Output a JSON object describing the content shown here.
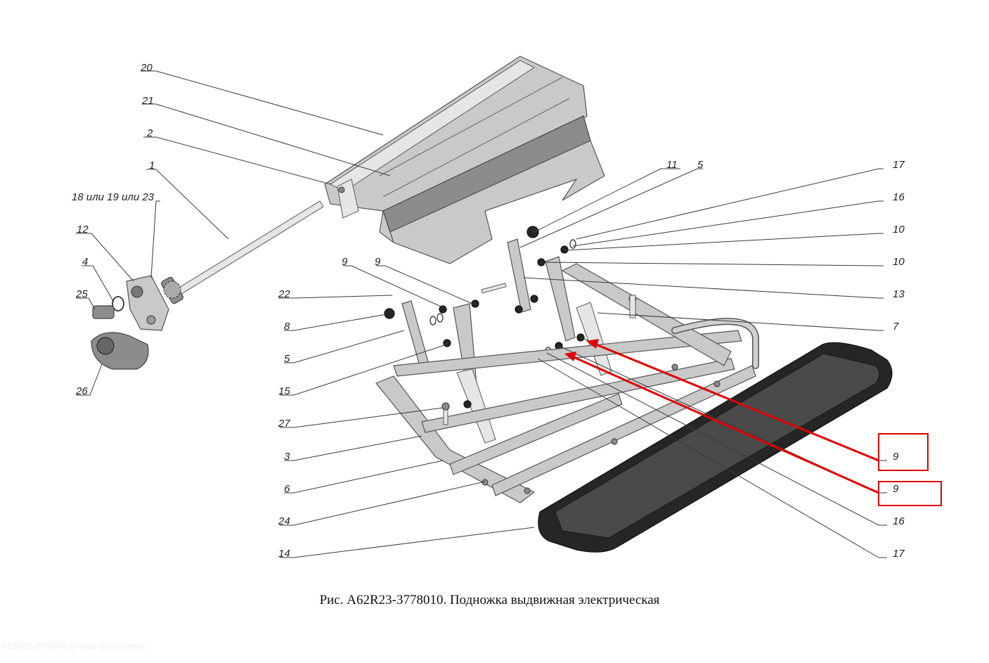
{
  "caption": "Рис. А62R23-3778010. Подножка выдвижная электрическая",
  "watermark": "A62R23-3778048 Втулка фото схема",
  "callouts": [
    {
      "id": "c20",
      "text": "20"
    },
    {
      "id": "c21",
      "text": "21"
    },
    {
      "id": "c2",
      "text": "2"
    },
    {
      "id": "c1",
      "text": "1"
    },
    {
      "id": "c18",
      "text": "18 или 19 или 23"
    },
    {
      "id": "c12",
      "text": "12"
    },
    {
      "id": "c4",
      "text": "4"
    },
    {
      "id": "c25",
      "text": "25"
    },
    {
      "id": "c26",
      "text": "26"
    },
    {
      "id": "c11",
      "text": "11"
    },
    {
      "id": "c5a",
      "text": "5"
    },
    {
      "id": "c17a",
      "text": "17"
    },
    {
      "id": "c16a",
      "text": "16"
    },
    {
      "id": "c10a",
      "text": "10"
    },
    {
      "id": "c10b",
      "text": "10"
    },
    {
      "id": "c13",
      "text": "13"
    },
    {
      "id": "c7",
      "text": "7"
    },
    {
      "id": "c9a",
      "text": "9"
    },
    {
      "id": "c9b",
      "text": "9"
    },
    {
      "id": "c22",
      "text": "22"
    },
    {
      "id": "c8",
      "text": "8"
    },
    {
      "id": "c5b",
      "text": "5"
    },
    {
      "id": "c15",
      "text": "15"
    },
    {
      "id": "c27",
      "text": "27"
    },
    {
      "id": "c3",
      "text": "3"
    },
    {
      "id": "c6",
      "text": "6"
    },
    {
      "id": "c24",
      "text": "24"
    },
    {
      "id": "c14",
      "text": "14"
    },
    {
      "id": "c9c",
      "text": "9"
    },
    {
      "id": "c9d",
      "text": "9"
    },
    {
      "id": "c16b",
      "text": "16"
    },
    {
      "id": "c17b",
      "text": "17"
    }
  ],
  "highlight_color": "#e00000"
}
